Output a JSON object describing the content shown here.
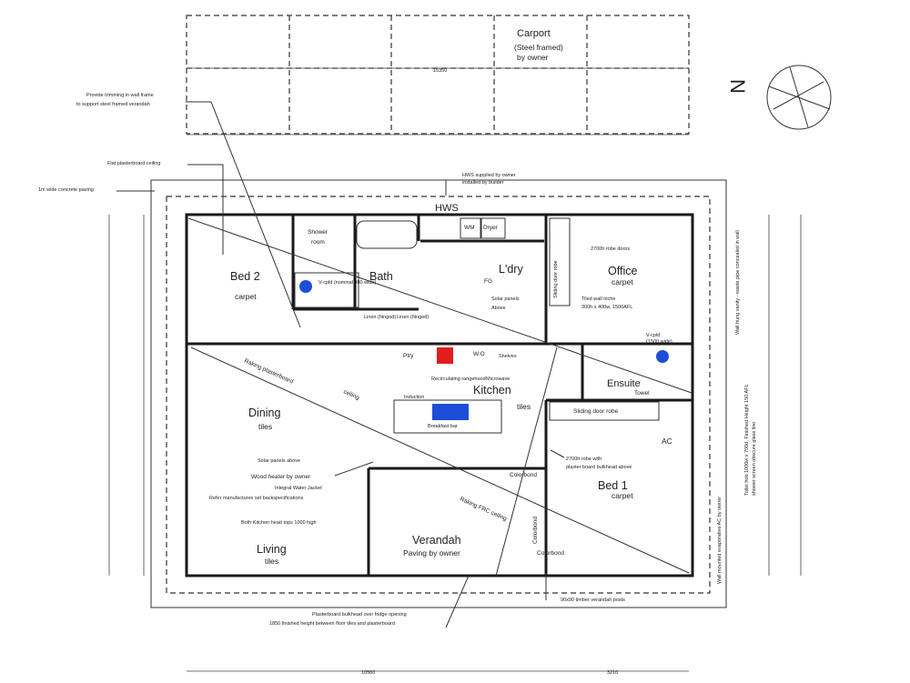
{
  "carport": {
    "title": "Carport",
    "subtitle": "(Steel framed)",
    "by": "by owner"
  },
  "north": "N",
  "hws": "HWS",
  "rooms": {
    "bed2": {
      "name": "Bed 2",
      "floor": "carpet"
    },
    "shower": {
      "name": "Shower",
      "sub": "room"
    },
    "bath": "Bath",
    "laundry": "L'dry",
    "office": {
      "name": "Office",
      "floor": "carpet"
    },
    "dining": {
      "name": "Dining",
      "floor": "tiles"
    },
    "kitchen": {
      "name": "Kitchen",
      "floor": "tiles"
    },
    "living": {
      "name": "Living",
      "floor": "tiles"
    },
    "verandah": {
      "name": "Verandah",
      "floor": "Paving by owner"
    },
    "bed1": {
      "name": "Bed 1",
      "floor": "carpet"
    },
    "ensuite": "Ensuite"
  },
  "fixtures": {
    "wm": "WM",
    "dryer": "Dryer",
    "fg": "FG",
    "linen1": "Linen (hinged)",
    "linen2": "Linen (hinged)",
    "vcpld1": "V-cpld (nominal 980 wide)",
    "vcpld2": "V-cpld",
    "vcpld2_sub": "(1500 wide)",
    "pantry": "Ptry",
    "wo": "W.O",
    "shelves": "Shelves",
    "rangehood": "Recirculating rangehood",
    "microwave": "Microwave",
    "induction": "Induction",
    "breakfast": "Breakfast bar",
    "towel": "Towel",
    "sliding_robe": "Sliding door robe",
    "sliding_door_robe": "Sliding door robe",
    "ac": "AC",
    "colorbond1": "Colorbond",
    "colorbond2": "Colorbond",
    "colorbond3": "Colorbond",
    "raking_plasterboard": "Raking plasterboard",
    "ceiling": "ceiling",
    "raking_fc": "Raking FRC ceiling"
  },
  "notes": {
    "trimming": [
      "Provide trimming in wall frame",
      "to support steel framed verandah"
    ],
    "flat_ceiling": "Flat plasterboard ceiling",
    "concrete": "1m wide concrete paving",
    "hws_note": [
      "HWS supplied by owner",
      "installed by builder"
    ],
    "robe_doors": "2700h robe doors",
    "niche": [
      "Tiled wall niche",
      "300h x 400w, 1500AFL"
    ],
    "solar1": [
      "Solar panels",
      "Above"
    ],
    "solar2": "Solar panels above",
    "wood_heater": "Wood heater by owner",
    "water_jacket": "Integral Water Jacket",
    "refer": "Refer manufactures set backspecifications",
    "kitchen_tops": "Both Kitchen head tops 1000 high",
    "robe_bulkhead": [
      "2700h robe with",
      "plaster board bulkhead above"
    ],
    "bulkhead": "Plasterboard bulkhead over fridge opening",
    "finished_height": "1850 finished height between floor tiles and plasterboard",
    "posts": "90x90 timber verandah posts",
    "vanity": "Wall hung vanity - waste pipe concealed in wall",
    "ac_note": "Wall mounted evaporative AC by owner",
    "toilet": [
      "Toilet hob 1000w x 700d, Finished Height 150 AFL",
      "shower screen obscure glass lino"
    ]
  },
  "dims": {
    "top_overall": "15350",
    "bottom_overall": "10560",
    "bottom_mid": "3210"
  }
}
